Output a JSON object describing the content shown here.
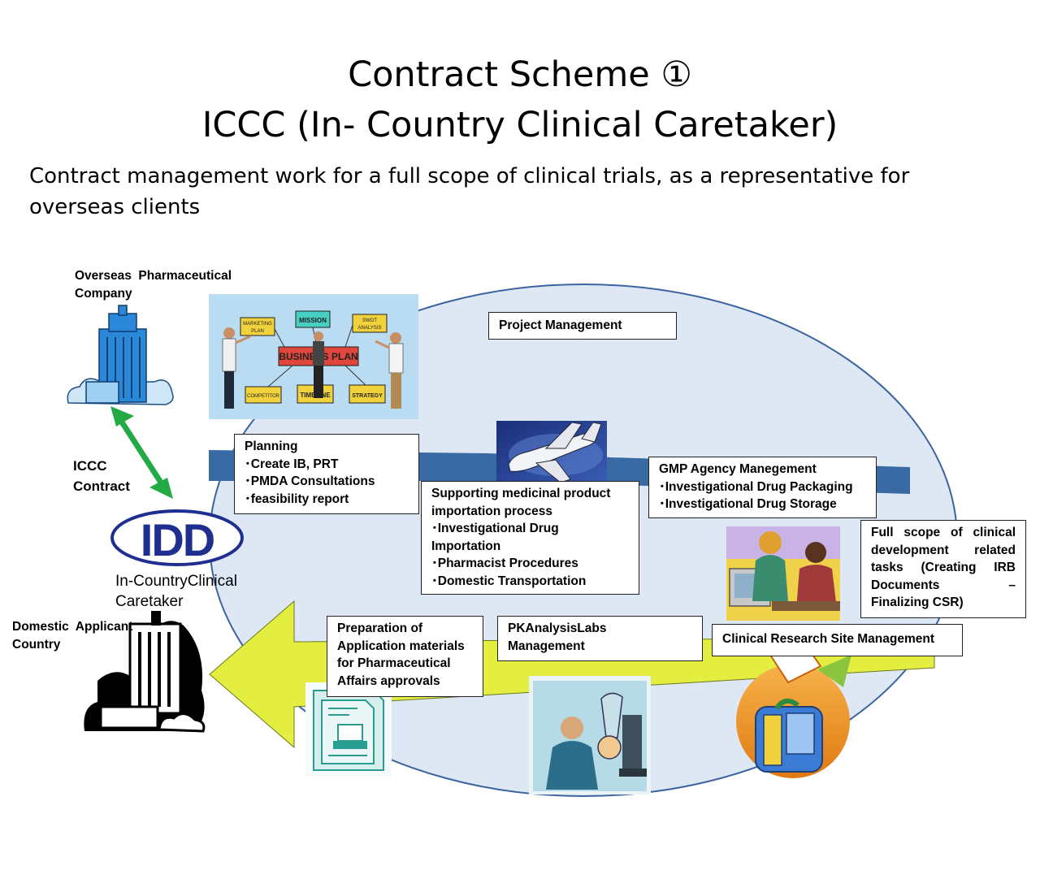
{
  "title": {
    "line1": "Contract Scheme ①",
    "line2": "ICCC (In- Country Clinical Caretaker)"
  },
  "subtitle": {
    "line1": "Contract management work for a full scope of clinical trials, as a representative for",
    "line2": "overseas clients"
  },
  "left": {
    "overseas_label": [
      "Overseas  Pharmaceutical",
      "Company"
    ],
    "contract_label": [
      "ICCC",
      "Contract"
    ],
    "logo_text": "IDD",
    "logo_sub": [
      "In-CountryClinical",
      "Caretaker"
    ],
    "domestic_label": [
      "Domestic  Applicant",
      "Country"
    ]
  },
  "business_plan": {
    "center": "BUSINESS PLAN",
    "marketing": [
      "MARKETING",
      "PLAN"
    ],
    "mission": "MISSION",
    "swot": [
      "SWOT",
      "ANALYSIS"
    ],
    "competitor": "COMPETITOR",
    "timeline": "TIMELINE",
    "strategy": "STRATEGY"
  },
  "boxes": {
    "project_management": "Project Management",
    "planning": {
      "title": "Planning",
      "items": [
        "･Create IB, PRT",
        "･PMDA Consultations",
        "･feasibility report"
      ]
    },
    "importation": {
      "lines": [
        "Supporting medicinal product",
        "importation process",
        "･Investigational Drug",
        "Importation",
        "･Pharmacist Procedures",
        "･Domestic Transportation"
      ]
    },
    "gmp": {
      "title": "GMP Agency Manegement",
      "items": [
        "･Investigational Drug Packaging",
        "･Investigational Drug Storage"
      ]
    },
    "full_scope": {
      "lines": [
        "Full  scope  of  clinical",
        "development    related",
        "tasks   (Creating   IRB",
        "Documents              –",
        "Finalizing CSR)"
      ]
    },
    "site_management": "Clinical Research Site Management",
    "pk_labs": [
      "PKAnalysisLabs",
      "Management"
    ],
    "application": [
      "Preparation of",
      "Application materials",
      "for Pharmaceutical",
      "Affairs approvals"
    ]
  },
  "colors": {
    "ellipse_fill": "#dde8f4",
    "ellipse_stroke": "#3b64a0",
    "arrow_blue": "#3a6aa3",
    "arrow_yellow": "#e4ee40",
    "contract_arrow": "#22aa44",
    "logo_blue": "#1f2f8f",
    "building_blue": "#2b88d8"
  }
}
